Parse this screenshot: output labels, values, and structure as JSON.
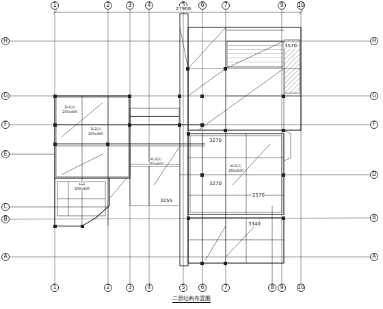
{
  "diagram": {
    "title": "二层结构布置图",
    "nodes": [
      {
        "text": [
          "1"
        ]
      },
      {
        "text": [
          "2"
        ]
      },
      {
        "text": [
          "3"
        ]
      },
      {
        "text": [
          "4"
        ]
      },
      {
        "text": [
          "5"
        ]
      },
      {
        "text": [
          "6"
        ]
      },
      {
        "text": [
          "7"
        ]
      },
      {
        "text": [
          "9"
        ]
      },
      {
        "text": [
          "10"
        ]
      },
      {
        "text": [
          "H"
        ]
      },
      {
        "text": [
          "H"
        ]
      },
      {
        "text": [
          "G"
        ]
      },
      {
        "text": [
          "G"
        ]
      },
      {
        "text": [
          "F"
        ]
      },
      {
        "text": [
          "F"
        ]
      },
      {
        "text": [
          "E"
        ]
      },
      {
        "text": [
          "D"
        ]
      },
      {
        "text": [
          "C"
        ]
      },
      {
        "text": [
          "B"
        ]
      },
      {
        "text": [
          "B"
        ]
      },
      {
        "text": [
          "A"
        ]
      },
      {
        "text": [
          "A"
        ]
      },
      {
        "text": [
          "1"
        ]
      },
      {
        "text": [
          "2"
        ]
      },
      {
        "text": [
          "3"
        ]
      },
      {
        "text": [
          "4"
        ]
      },
      {
        "text": [
          "5"
        ]
      },
      {
        "text": [
          "6"
        ]
      },
      {
        "text": [
          "7"
        ]
      },
      {
        "text": [
          "8"
        ]
      },
      {
        "text": [
          "9"
        ]
      },
      {
        "text": [
          "10"
        ]
      }
    ],
    "edges": [
      {
        "from": 0,
        "to": 22,
        "arrow": "none"
      },
      {
        "from": 1,
        "to": 23,
        "arrow": "none"
      },
      {
        "from": 2,
        "to": 24,
        "arrow": "none"
      },
      {
        "from": 3,
        "to": 25,
        "arrow": "none"
      },
      {
        "from": 4,
        "to": 26,
        "arrow": "none"
      },
      {
        "from": 5,
        "to": 27,
        "arrow": "none"
      },
      {
        "from": 6,
        "to": 28,
        "arrow": "none"
      },
      {
        "from": 7,
        "to": 30,
        "arrow": "none"
      },
      {
        "from": 8,
        "to": 31,
        "arrow": "none"
      },
      {
        "from": 9,
        "to": 10,
        "arrow": "none"
      },
      {
        "from": 11,
        "to": 12,
        "arrow": "none"
      },
      {
        "from": 13,
        "to": 14,
        "arrow": "none"
      },
      {
        "from": 18,
        "to": 19,
        "arrow": "none"
      },
      {
        "from": 20,
        "to": 21,
        "arrow": "none"
      }
    ],
    "labels": [
      "27900",
      "3570",
      "3270",
      "3270",
      "2570",
      "3255",
      "3340",
      "2L1(1)",
      "200x400",
      "2L2(1)",
      "200x400",
      "KL3(2)",
      "250x600",
      "KL5(1)",
      "250x500",
      "LL1",
      "200x400"
    ]
  }
}
